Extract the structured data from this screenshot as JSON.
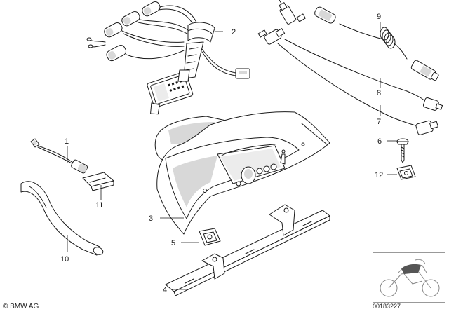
{
  "diagram": {
    "callouts": [
      "1",
      "2",
      "3",
      "4",
      "5",
      "6",
      "7",
      "8",
      "9",
      "10",
      "11",
      "12"
    ],
    "copyright": "© BMW AG",
    "document_number": "00183227"
  }
}
